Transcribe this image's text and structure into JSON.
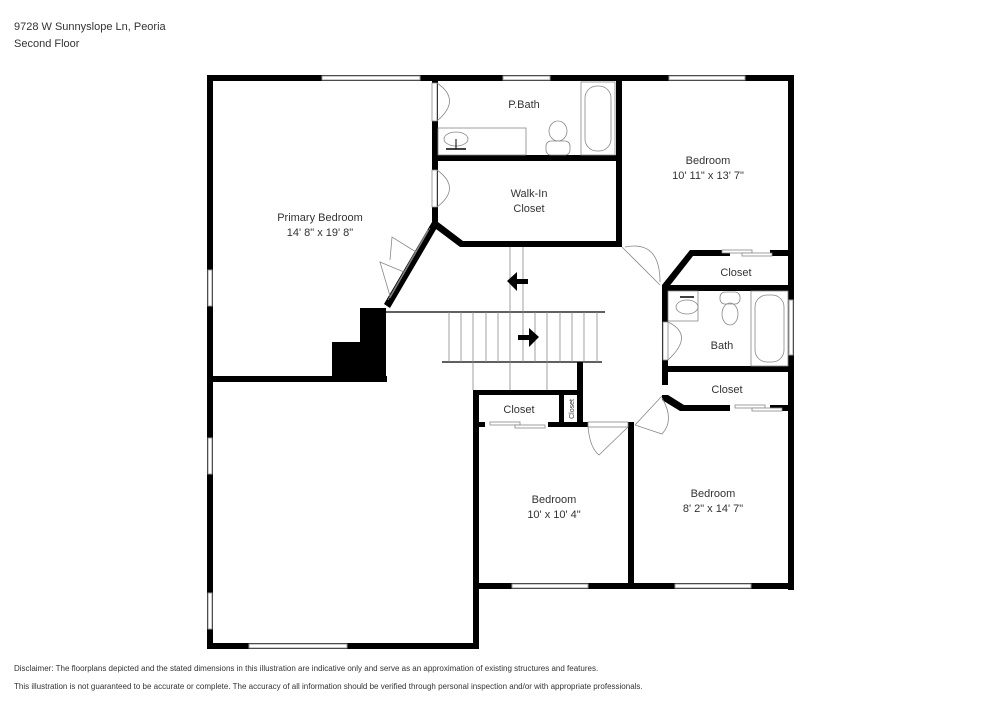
{
  "header": {
    "address": "9728 W Sunnyslope Ln, Peoria",
    "floor": "Second Floor"
  },
  "rooms": {
    "primary_bedroom": {
      "name": "Primary Bedroom",
      "dims": "14' 8\" x 19' 8\""
    },
    "p_bath": {
      "name": "P.Bath"
    },
    "walk_in_closet": {
      "name_line1": "Walk-In",
      "name_line2": "Closet"
    },
    "bedroom_ne": {
      "name": "Bedroom",
      "dims": "10' 11\" x 13' 7\""
    },
    "closet_ne": {
      "name": "Closet"
    },
    "bath": {
      "name": "Bath"
    },
    "closet_e": {
      "name": "Closet"
    },
    "closet_s": {
      "name": "Closet"
    },
    "closet_small": {
      "name": "Closet"
    },
    "bedroom_s": {
      "name": "Bedroom",
      "dims": "10' x 10' 4\""
    },
    "bedroom_se": {
      "name": "Bedroom",
      "dims": "8' 2\" x 14' 7\""
    }
  },
  "disclaimer": {
    "line1": "Disclaimer: The floorplans depicted and the stated dimensions in this illustration are indicative only and serve as an approximation of existing structures and features.",
    "line2": "This illustration is not guaranteed to be accurate or complete. The accuracy of all information should be verified through personal inspection and/or with appropriate professionals."
  },
  "colors": {
    "wall": "#000000",
    "fixture": "#888888",
    "text": "#333333",
    "background": "#ffffff"
  }
}
